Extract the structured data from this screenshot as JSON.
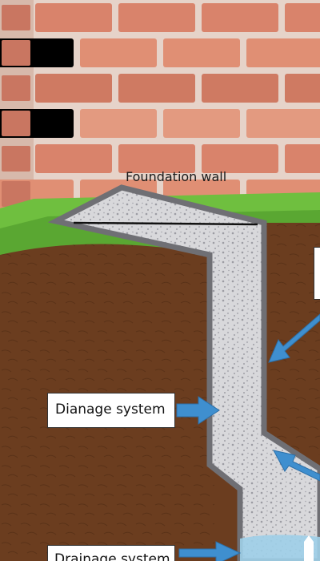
{
  "labels": {
    "foundation_wall": "Foundation wall",
    "callout_1": "Dianage system",
    "callout_2": "Drainage system"
  },
  "colors": {
    "soil": "#6b3d1f",
    "gravel": "#d9d9dc",
    "arrow": "#3f8fcf",
    "grass": "#6fbf3f",
    "brick": "#d9836b",
    "mortar": "#e9d9cf",
    "water": "#9ecfe8"
  }
}
